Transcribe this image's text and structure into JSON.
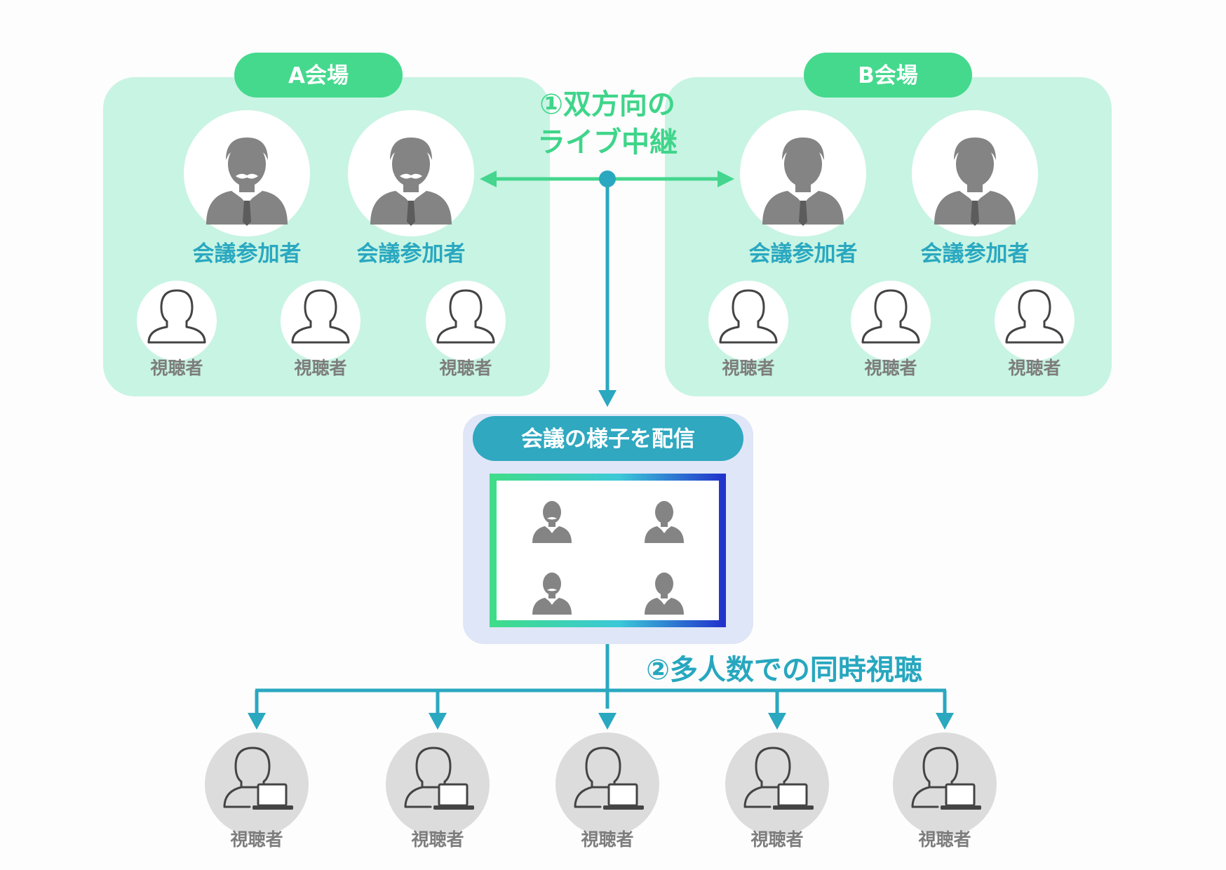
{
  "venue_a": {
    "title": "A会場",
    "participants": [
      "会議参加者",
      "会議参加者"
    ],
    "viewers": [
      "視聴者",
      "視聴者",
      "視聴者"
    ]
  },
  "venue_b": {
    "title": "B会場",
    "participants": [
      "会議参加者",
      "会議参加者"
    ],
    "viewers": [
      "視聴者",
      "視聴者",
      "視聴者"
    ]
  },
  "relay_caption": {
    "line1": "①双方向の",
    "line2": "ライブ中継"
  },
  "stream": {
    "title": "会議の様子を配信"
  },
  "broadcast_caption": "②多人数での同時視聴",
  "remote_viewers": [
    "視聴者",
    "視聴者",
    "視聴者",
    "視聴者",
    "視聴者"
  ],
  "colors": {
    "venue_background": "#c8f4e3",
    "venue_pill": "#45d98e",
    "relay_green": "#44d68e",
    "broadcast_teal": "#2aa8c0",
    "stream_background": "#dfe6f7"
  },
  "icons": {
    "participant": "businessperson-icon",
    "viewer": "person-outline-icon",
    "remote_viewer": "person-laptop-icon"
  }
}
